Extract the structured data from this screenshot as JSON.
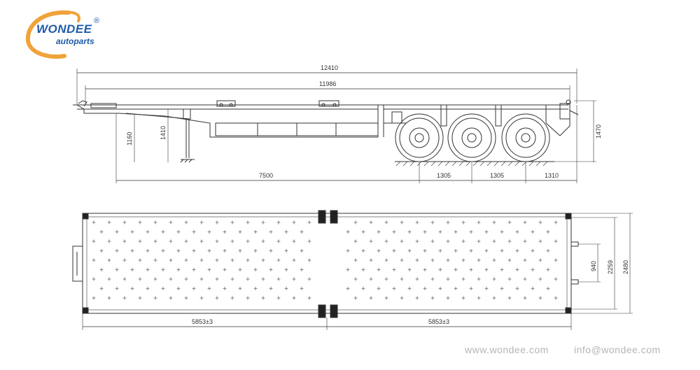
{
  "logo": {
    "brand": "WONDEE",
    "registered": "®",
    "tagline": "autoparts"
  },
  "side_view": {
    "overall_length": "12410",
    "deck_length": "11986",
    "king_pin_to_axle": "7500",
    "axle_spacing_1": "1305",
    "axle_spacing_2": "1305",
    "rear_overhang": "1310",
    "landing_height": "1160",
    "deck_height_front": "1410",
    "deck_height_rear": "1470"
  },
  "top_view": {
    "half_length_left": "5853±3",
    "half_length_right": "5853±3",
    "inner_width": "940",
    "twistlock_width": "2259",
    "overall_width": "2480"
  },
  "footer": {
    "website": "www.wondee.com",
    "email": "info@wondee.com"
  },
  "colors": {
    "line": "#333333",
    "brand": "#1f5ba8",
    "brand_orange": "#f0a33a",
    "watermark": "#b5b5b5"
  }
}
